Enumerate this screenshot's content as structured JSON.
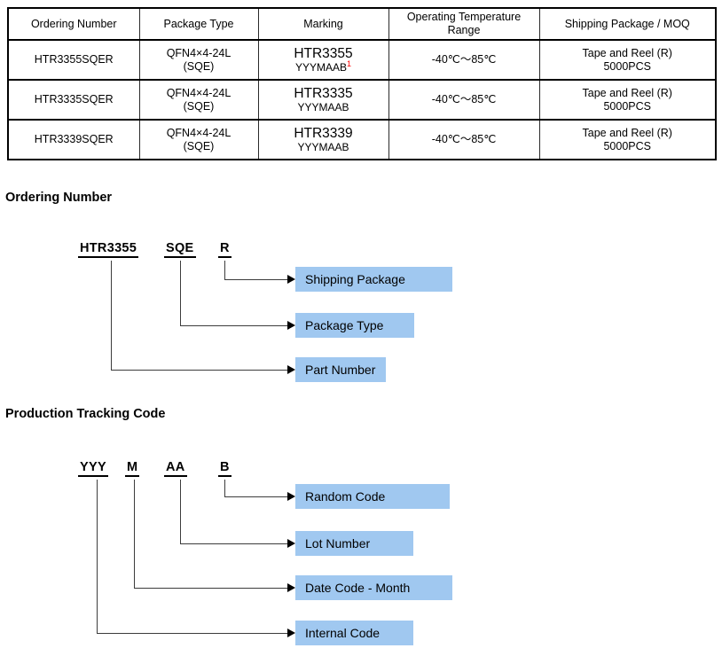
{
  "table": {
    "headers": {
      "ordering_number": "Ordering Number",
      "package_type": "Package Type",
      "marking": "Marking",
      "temp_range": "Operating Temperature Range",
      "shipping": "Shipping Package / MOQ"
    },
    "rows": [
      {
        "ordering_number": "HTR3355SQER",
        "package_type": "QFN4×4-24L",
        "package_note": "(SQE)",
        "marking": "HTR3355",
        "tracking_code": "YYYMAAB",
        "tracking_sup": "1",
        "temp_range": "-40℃～85℃",
        "shipping": "Tape and Reel (R)",
        "moq": "5000PCS"
      },
      {
        "ordering_number": "HTR3335SQER",
        "package_type": "QFN4×4-24L",
        "package_note": "(SQE)",
        "marking": "HTR3335",
        "tracking_code": "YYYMAAB",
        "temp_range": "-40℃～85℃",
        "shipping": "Tape and Reel (R)",
        "moq": "5000PCS"
      },
      {
        "ordering_number": "HTR3339SQER",
        "package_type": "QFN4×4-24L",
        "package_note": "(SQE)",
        "marking": "HTR3339",
        "tracking_code": "YYYMAAB",
        "temp_range": "-40℃～85℃",
        "shipping": "Tape and Reel (R)",
        "moq": "5000PCS"
      }
    ]
  },
  "ordering_section": {
    "heading": "Ordering Number",
    "code": {
      "part_number": "HTR3355",
      "package_type": "SQE",
      "shipping_package": "R"
    },
    "labels": {
      "shipping_package": "Shipping Package",
      "package_type": "Package Type",
      "part_number": "Part Number"
    }
  },
  "tracking_section": {
    "heading": "Production Tracking Code",
    "code": {
      "internal": "YYY",
      "month": "M",
      "lot": "AA",
      "random": "B"
    },
    "labels": {
      "random": "Random Code",
      "lot": "Lot Number",
      "month": "Date Code - Month",
      "internal": "Internal Code"
    }
  },
  "colors": {
    "label_box_bg": "#A0C8F0",
    "sup_red": "#FF0000"
  }
}
